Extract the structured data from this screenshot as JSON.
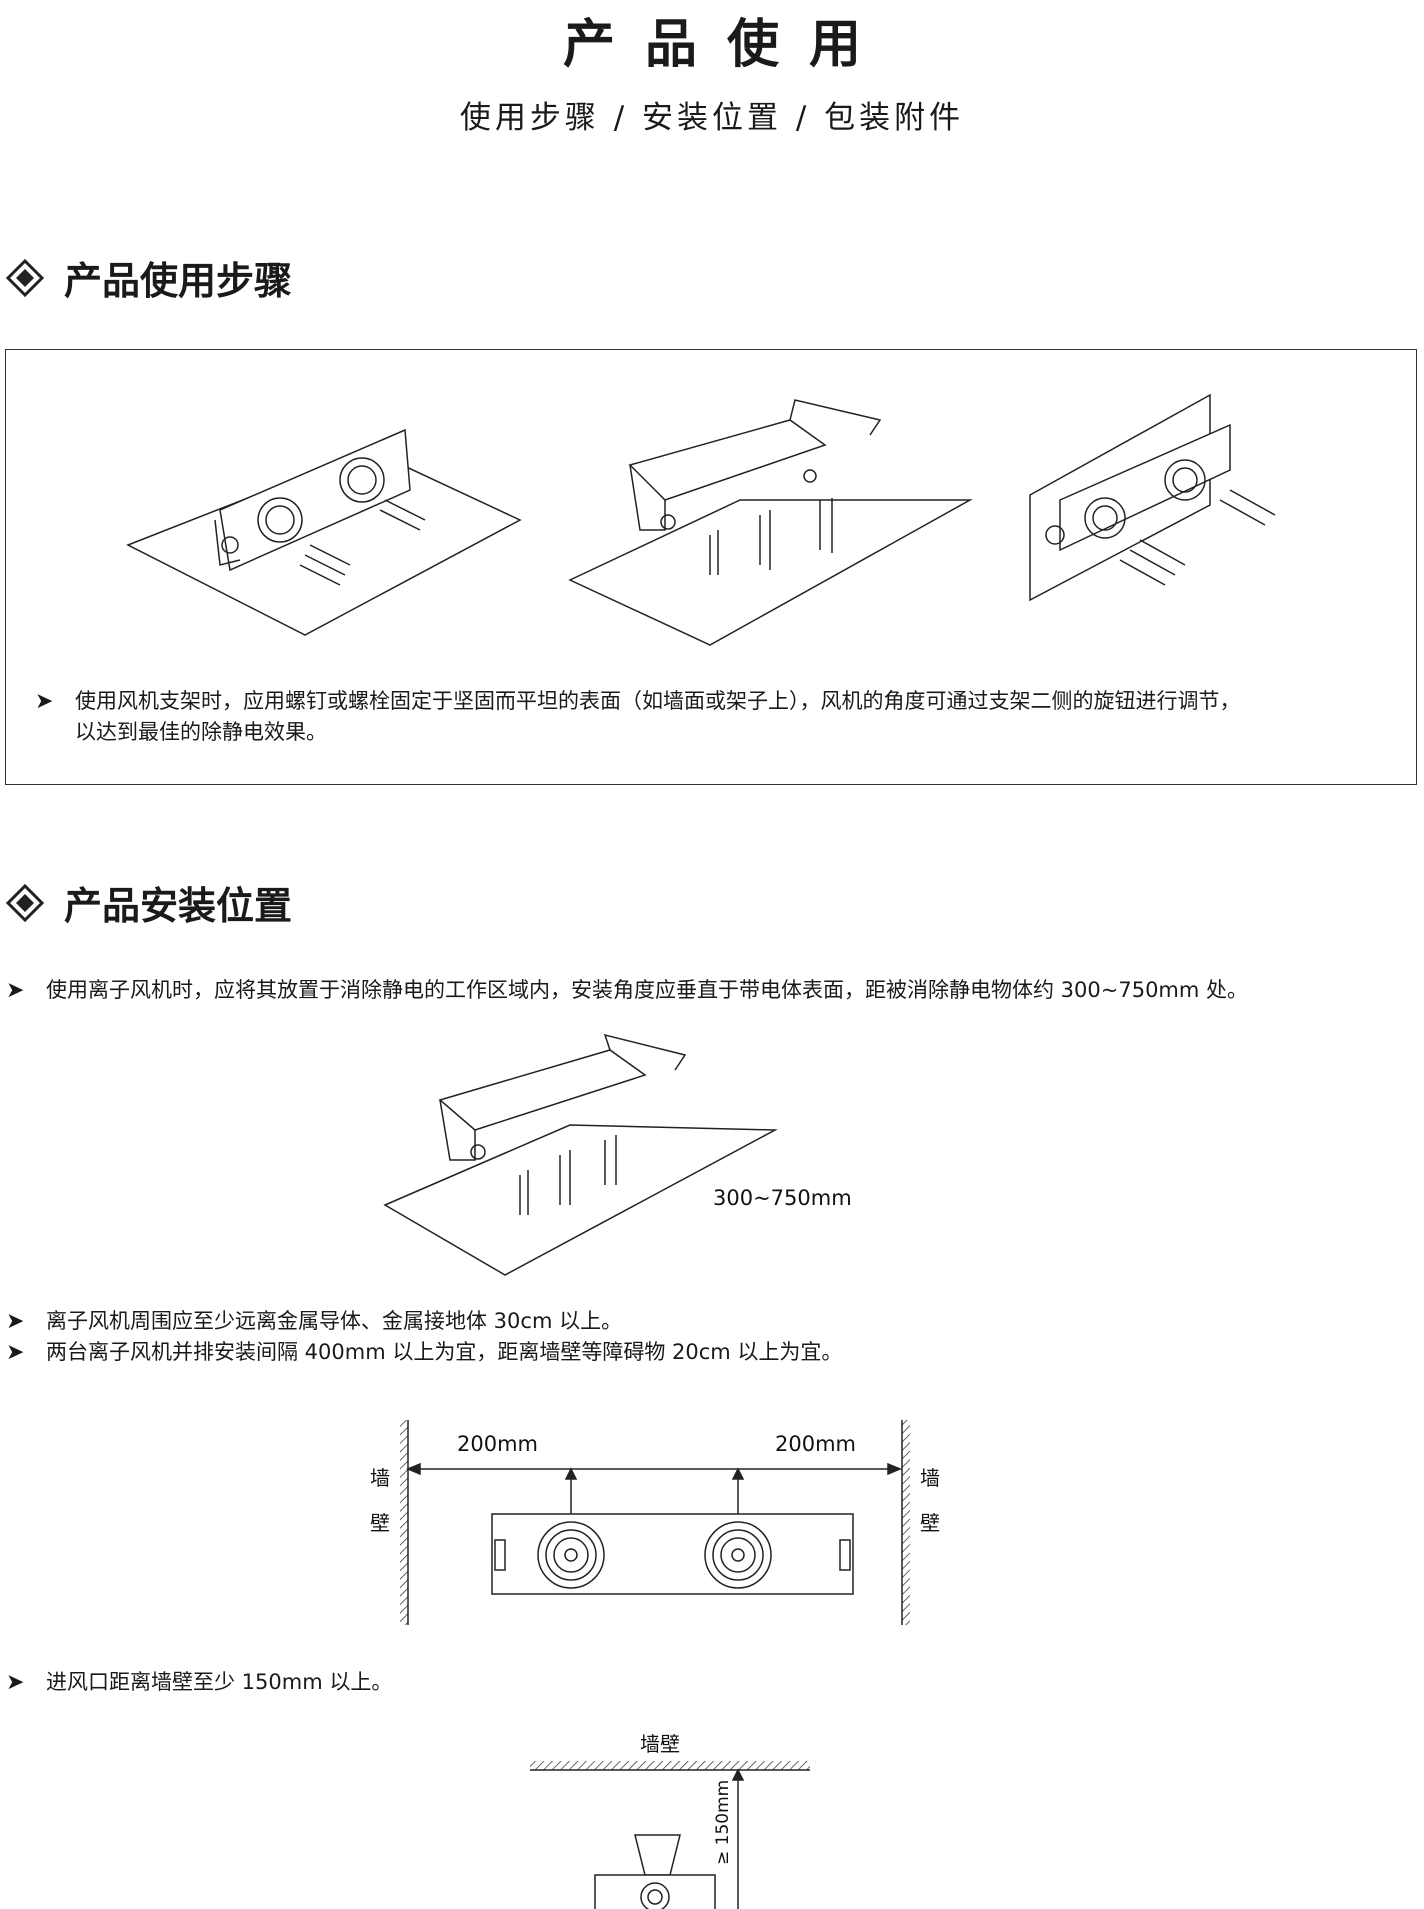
{
  "header": {
    "title": "产品使用",
    "subtitle": "使用步骤 / 安装位置 / 包装附件"
  },
  "section1": {
    "heading": "产品使用步骤",
    "note_line1": "使用风机支架时，应用螺钉或螺栓固定于坚固而平坦的表面（如墙面或架子上），风机的角度可通过支架二侧的旋钮进行调节，",
    "note_line2": "以达到最佳的除静电效果。"
  },
  "section2": {
    "heading": "产品安装位置",
    "bullet1": "使用离子风机时，应将其放置于消除静电的工作区域内，安装角度应垂直于带电体表面，距被消除静电物体约 300~750mm 处。",
    "distance_label": "300~750mm",
    "bullet2": "离子风机周围应至少远离金属导体、金属接地体 30cm 以上。",
    "bullet3": "两台离子风机并排安装间隔 400mm 以上为宜，距离墙壁等障碍物 20cm 以上为宜。",
    "gap_left": "200mm",
    "gap_right": "200mm",
    "wall_char1": "墙",
    "wall_char2": "壁",
    "bullet4": "进风口距离墙壁至少 150mm 以上。",
    "wall_label": "墙壁",
    "inlet_distance": "≥ 150mm"
  },
  "bullet_glyph": "➤"
}
